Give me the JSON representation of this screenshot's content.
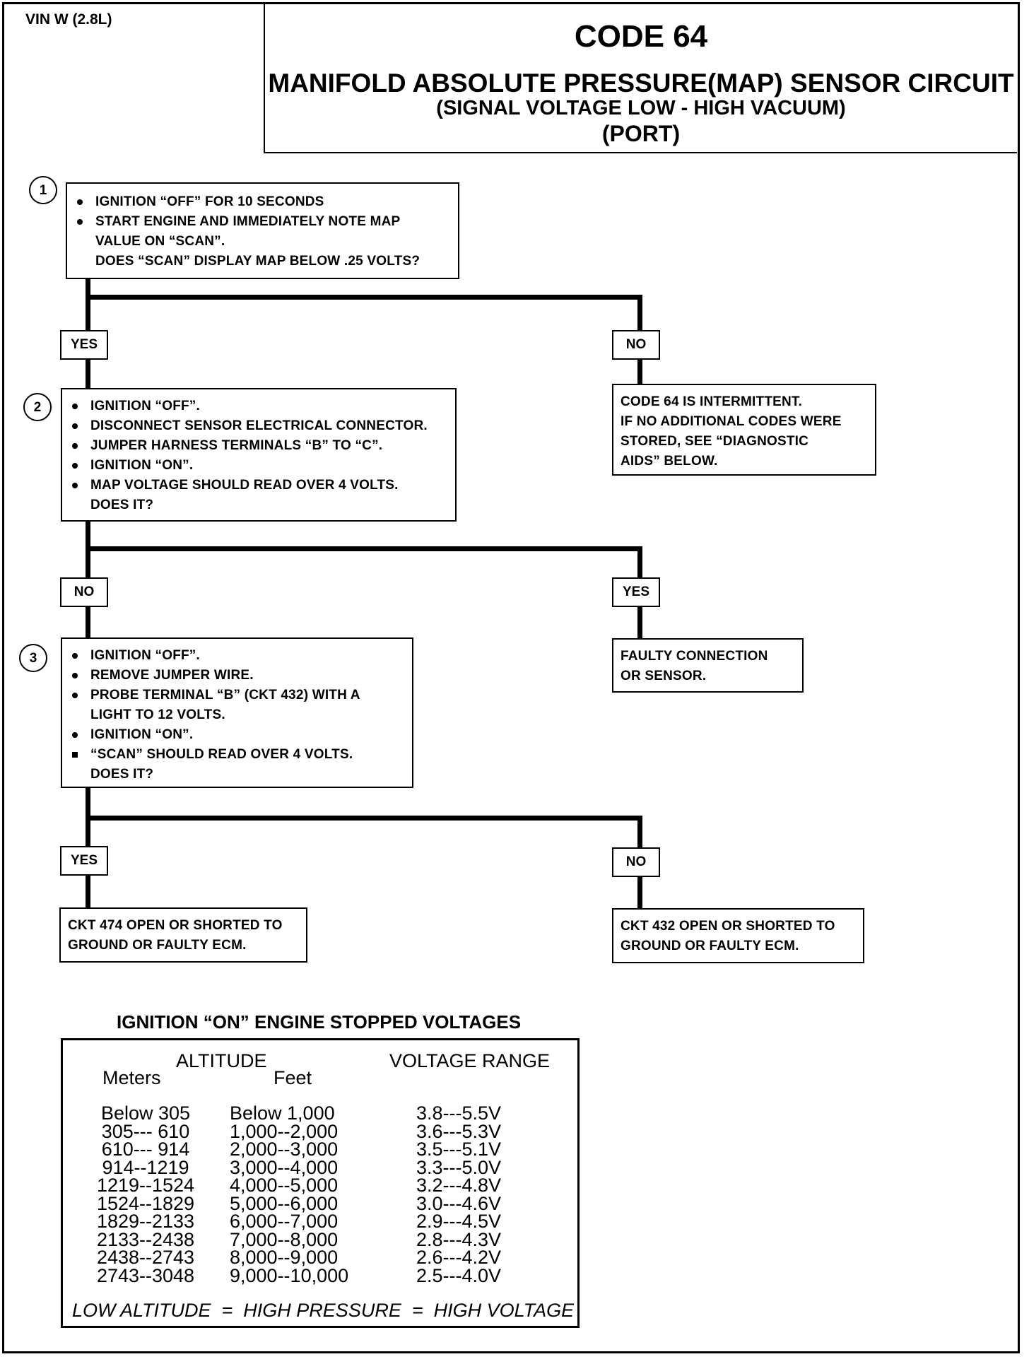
{
  "vin": "VIN W (2.8L)",
  "header": {
    "code": "CODE 64",
    "title": "MANIFOLD ABSOLUTE PRESSURE(MAP) SENSOR CIRCUIT",
    "subtitle": "(SIGNAL VOLTAGE LOW - HIGH VACUUM)",
    "port": "(PORT)"
  },
  "steps": {
    "s1": {
      "num": "1",
      "lines": [
        "IGNITION “OFF” FOR 10 SECONDS",
        "START ENGINE AND IMMEDIATELY NOTE MAP",
        "VALUE ON “SCAN”.",
        "DOES “SCAN” DISPLAY MAP BELOW .25 VOLTS?"
      ]
    },
    "s2": {
      "num": "2",
      "lines": [
        "IGNITION “OFF”.",
        "DISCONNECT SENSOR ELECTRICAL CONNECTOR.",
        "JUMPER HARNESS TERMINALS “B” TO “C”.",
        "IGNITION “ON”.",
        "MAP VOLTAGE SHOULD READ OVER 4 VOLTS.",
        "DOES IT?"
      ]
    },
    "s3": {
      "num": "3",
      "lines": [
        "IGNITION “OFF”.",
        "REMOVE JUMPER WIRE.",
        "PROBE TERMINAL “B” (CKT 432) WITH A",
        "LIGHT TO 12 VOLTS.",
        "IGNITION “ON”.",
        "“SCAN” SHOULD READ OVER 4 VOLTS.",
        "DOES IT?"
      ]
    }
  },
  "labels": {
    "yes": "YES",
    "no": "NO"
  },
  "results": {
    "intermittent": [
      "CODE 64 IS INTERMITTENT.",
      "IF NO ADDITIONAL CODES WERE",
      "STORED, SEE “DIAGNOSTIC",
      "AIDS” BELOW."
    ],
    "faulty": [
      "FAULTY CONNECTION",
      "OR SENSOR."
    ],
    "ckt474": [
      "CKT 474 OPEN OR SHORTED TO",
      "GROUND OR FAULTY ECM."
    ],
    "ckt432": [
      "CKT 432 OPEN OR SHORTED TO",
      "GROUND OR FAULTY ECM."
    ]
  },
  "table": {
    "title": "IGNITION “ON” ENGINE STOPPED VOLTAGES",
    "altitude_header": "ALTITUDE",
    "meters_header": "Meters",
    "feet_header": "Feet",
    "voltage_header": "VOLTAGE RANGE",
    "rows": [
      {
        "meters": "Below 305",
        "feet": "Below 1,000",
        "voltage": "3.8---5.5V"
      },
      {
        "meters": "305--- 610",
        "feet": "1,000--2,000",
        "voltage": "3.6---5.3V"
      },
      {
        "meters": "610--- 914",
        "feet": "2,000--3,000",
        "voltage": "3.5---5.1V"
      },
      {
        "meters": "914--1219",
        "feet": "3,000--4,000",
        "voltage": "3.3---5.0V"
      },
      {
        "meters": "1219--1524",
        "feet": "4,000--5,000",
        "voltage": "3.2---4.8V"
      },
      {
        "meters": "1524--1829",
        "feet": "5,000--6,000",
        "voltage": "3.0---4.6V"
      },
      {
        "meters": "1829--2133",
        "feet": "6,000--7,000",
        "voltage": "2.9---4.5V"
      },
      {
        "meters": "2133--2438",
        "feet": "7,000--8,000",
        "voltage": "2.8---4.3V"
      },
      {
        "meters": "2438--2743",
        "feet": "8,000--9,000",
        "voltage": "2.6---4.2V"
      },
      {
        "meters": "2743--3048",
        "feet": "9,000--10,000",
        "voltage": "2.5---4.0V"
      }
    ],
    "footer": "LOW ALTITUDE  =  HIGH PRESSURE  =  HIGH VOLTAGE"
  }
}
